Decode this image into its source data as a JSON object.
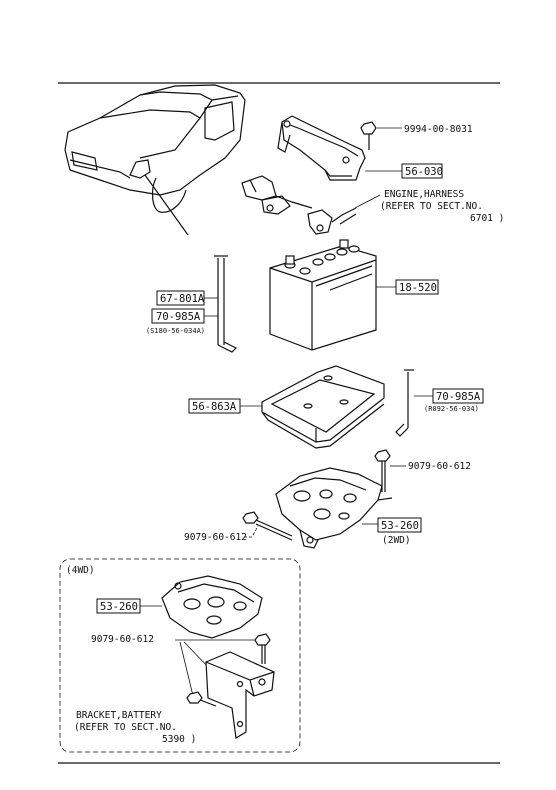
{
  "parts": {
    "bolt_9994": "9994-00-8031",
    "bracket_56030": "56-030",
    "harness_label_1": "ENGINE,HARNESS",
    "harness_label_2": "(REFER TO SECT.NO.",
    "harness_label_3": "6701 )",
    "battery_18520": "18-520",
    "rod_67801a": "67-801A",
    "rod_70985a_left": "70-985A",
    "rod_left_sub": "(S180-56-034A)",
    "tray_56863a": "56-863A",
    "rod_70985a_right": "70-985A",
    "rod_right_sub": "(R092-56-034)",
    "bolt_9079_right": "9079-60-612",
    "bolt_9079_left": "9079-60-612",
    "bracket_53260_2wd": "53-260",
    "bracket_2wd_tag": "(2WD)",
    "section_4wd_tag": "(4WD)",
    "bracket_53260_4wd": "53-260",
    "bolt_9079_4wd": "9079-60-612",
    "bracket_battery_1": "BRACKET,BATTERY",
    "bracket_battery_2": "(REFER TO SECT.NO.",
    "bracket_battery_3": "5390 )"
  }
}
